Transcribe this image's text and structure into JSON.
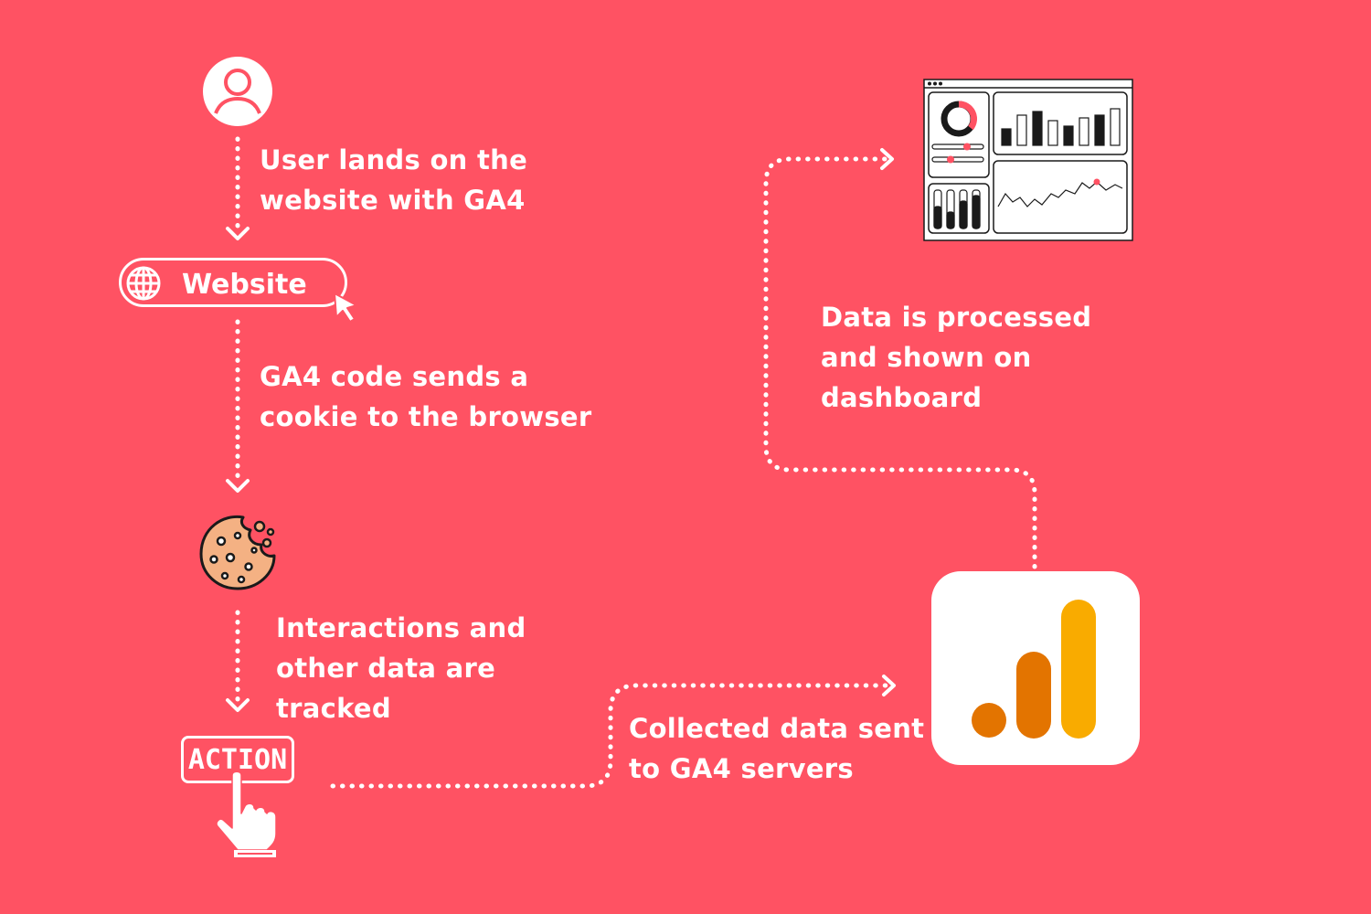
{
  "steps": {
    "user_lands": {
      "lines": [
        "User lands on the",
        "website with GA4"
      ]
    },
    "cookie_sent": {
      "lines": [
        "GA4 code sends a",
        "cookie to the browser"
      ]
    },
    "tracked": {
      "lines": [
        "Interactions and",
        "other data are",
        "tracked"
      ]
    },
    "collected": {
      "lines": [
        "Collected data sent",
        "to GA4 servers"
      ]
    },
    "processed": {
      "lines": [
        "Data is processed",
        "and shown on",
        "dashboard"
      ]
    }
  },
  "labels": {
    "website": "Website",
    "action": "ACTION"
  },
  "icons": {
    "user": "user-avatar-icon",
    "globe": "globe-icon",
    "cursor": "mouse-cursor-icon",
    "cookie": "bitten-cookie-icon",
    "hand": "pointing-hand-icon",
    "analytics": "google-analytics-logo",
    "dashboard": "dashboard-illustration"
  },
  "colors": {
    "background": "#ff5263",
    "foreground": "#ffffff",
    "cookie": "#f4b183",
    "ga_dark_orange": "#e37400",
    "ga_light_orange": "#f9ab00",
    "accent": "#ff5263"
  }
}
